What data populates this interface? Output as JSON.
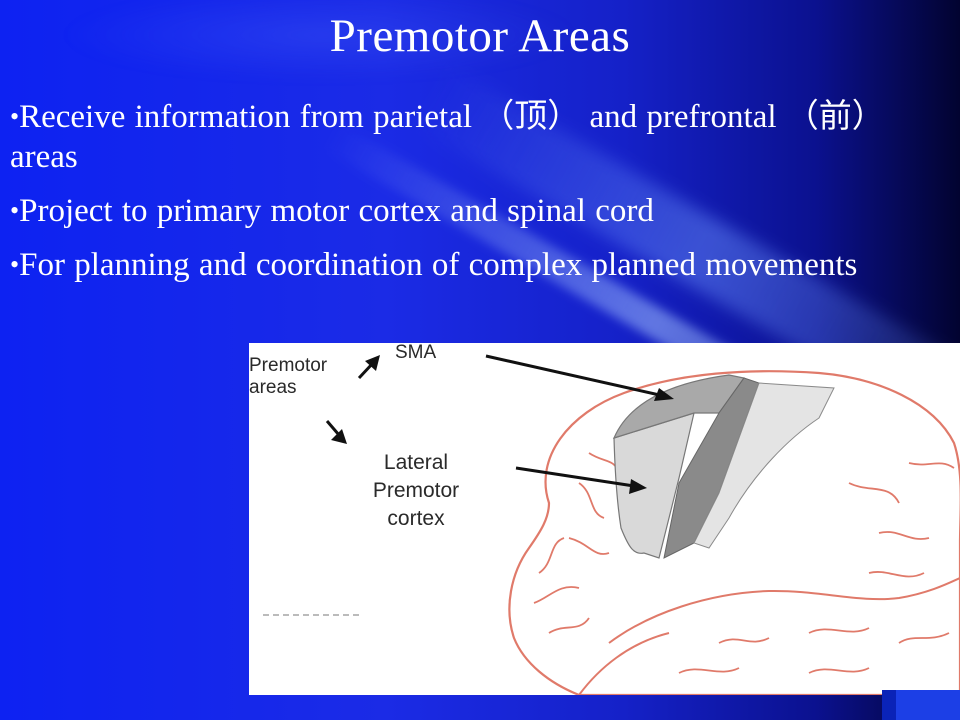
{
  "slide": {
    "title": "Premotor Areas",
    "bullets": [
      {
        "marker": "•",
        "text": "Receive information from parietal （顶） and prefrontal （前） areas"
      },
      {
        "marker": "•",
        "text": "Project to primary motor cortex and spinal cord"
      },
      {
        "marker": "•",
        "text": "For planning and coordination of complex planned movements"
      }
    ]
  },
  "figure": {
    "label_premotor": "Premotor areas",
    "label_sma": "SMA",
    "label_lateral_line1": "Lateral",
    "label_lateral_line2": "Premotor",
    "label_lateral_line3": "cortex"
  },
  "colors": {
    "background_left": "#0d22f2",
    "background_right": "#020330",
    "brain_outline": "#e07a6a",
    "sma_fill": "#a9a9a9",
    "lateral_fill": "#d9d9d9",
    "motor_strip_fill": "#8a8a8a"
  },
  "icons": [
    "right-arrow-icon",
    "down-arrow-icon"
  ]
}
